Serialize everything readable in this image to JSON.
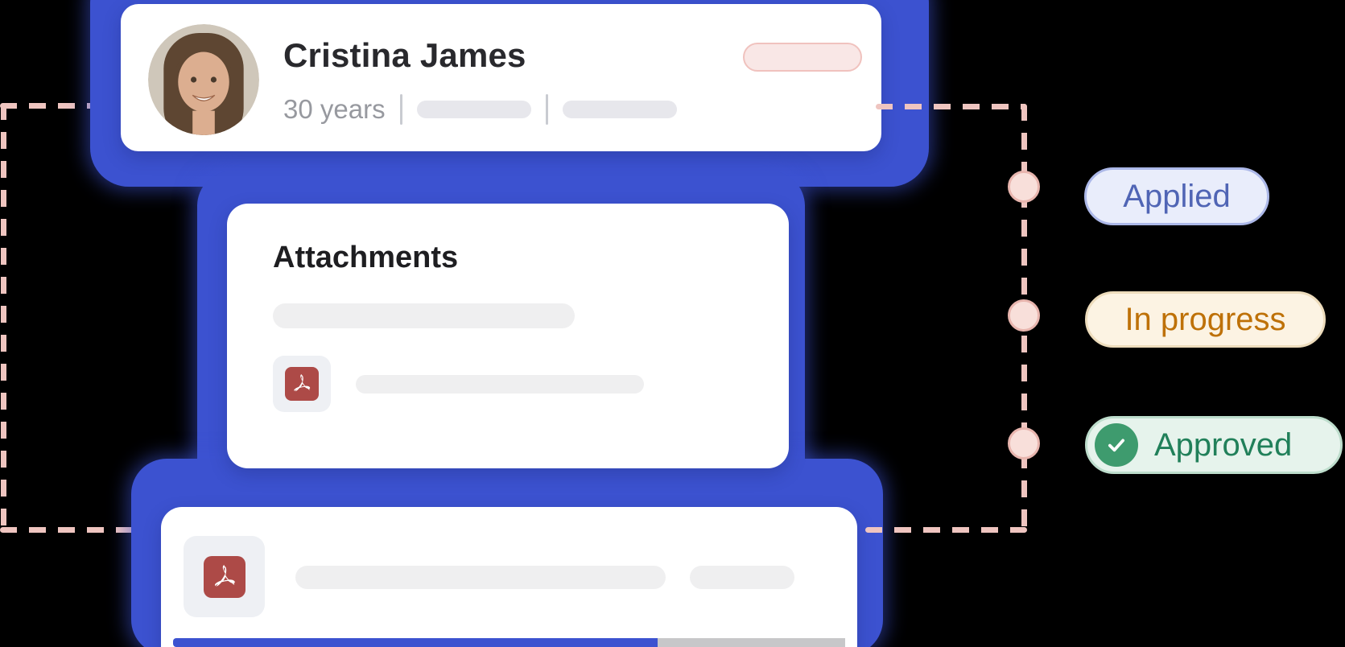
{
  "profile_card": {
    "name": "Cristina James",
    "age_label": "30 years"
  },
  "attachments_card": {
    "title": "Attachments"
  },
  "status_badges": [
    {
      "label": "Applied",
      "text_color": "#5065B5",
      "background": "#E9EDFB",
      "border": "#ACB8E8"
    },
    {
      "label": "In progress",
      "text_color": "#BE7108",
      "background": "#FCF3E3",
      "border": "#EDDCBC"
    },
    {
      "label": "Approved",
      "text_color": "#21805A",
      "background": "#E6F3EC",
      "border": "#BDDDCC",
      "check_circle_color": "#3E9B6E"
    }
  ],
  "icons": {
    "pdf_attachment": "pdf-file-icon",
    "approved_check": "checkmark-icon"
  },
  "colors": {
    "highlight_blue": "#3C52D0",
    "connector_pink": "#EFC5C0",
    "connector_dot_fill": "#F8DFDA",
    "connector_dot_border": "#E8B5AE",
    "pdf_red": "#AD4A47",
    "progress_bar_blue": "#3C52D0",
    "progress_bar_gray": "#C7C7C9"
  }
}
